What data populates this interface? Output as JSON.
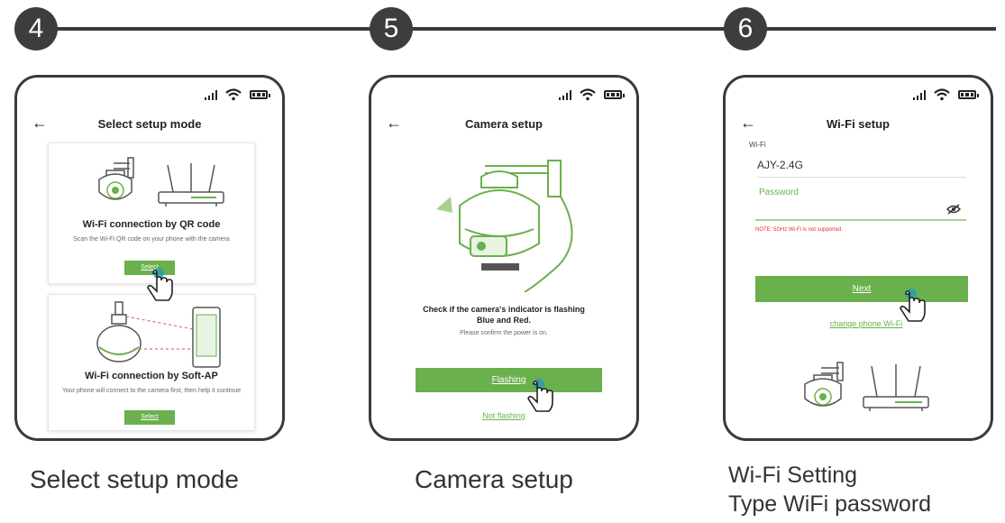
{
  "steps": [
    {
      "number": "4",
      "caption": "Select setup mode"
    },
    {
      "number": "5",
      "caption": "Camera setup"
    },
    {
      "number": "6",
      "caption_line1": "Wi-Fi Setting",
      "caption_line2": "Type WiFi password"
    }
  ],
  "screen4": {
    "title": "Select setup mode",
    "card1": {
      "title": "Wi-Fi connection by QR code",
      "desc": "Scan the Wi-Fi QR code on your phone with the camera",
      "button": "Select"
    },
    "card2": {
      "title": "Wi-Fi connection by Soft-AP",
      "desc": "Your phone will connect to the camera first, then help it continue",
      "button": "Select"
    }
  },
  "screen5": {
    "title": "Camera setup",
    "message": "Check if the camera's indicator is flashing Blue and Red.",
    "hint": "Please confirm the power is on.",
    "button": "Flashing",
    "link": "Not flashing"
  },
  "screen6": {
    "title": "Wi-Fi setup",
    "wifi_label": "Wi-Fi",
    "wifi_value": "AJY-2.4G",
    "password_placeholder": "Password",
    "note": "NOTE: 5GHz Wi-Fi is not supported.",
    "button": "Next",
    "link": "change phone Wi-Fi"
  },
  "colors": {
    "accent": "#6ab04c",
    "step_circle": "#3d3d3d",
    "note_red": "#e03030"
  },
  "icons": [
    "back-arrow-icon",
    "signal-icon",
    "wifi-icon",
    "battery-icon",
    "hand-pointer-icon",
    "eye-off-icon",
    "camera-illustration",
    "router-illustration"
  ]
}
